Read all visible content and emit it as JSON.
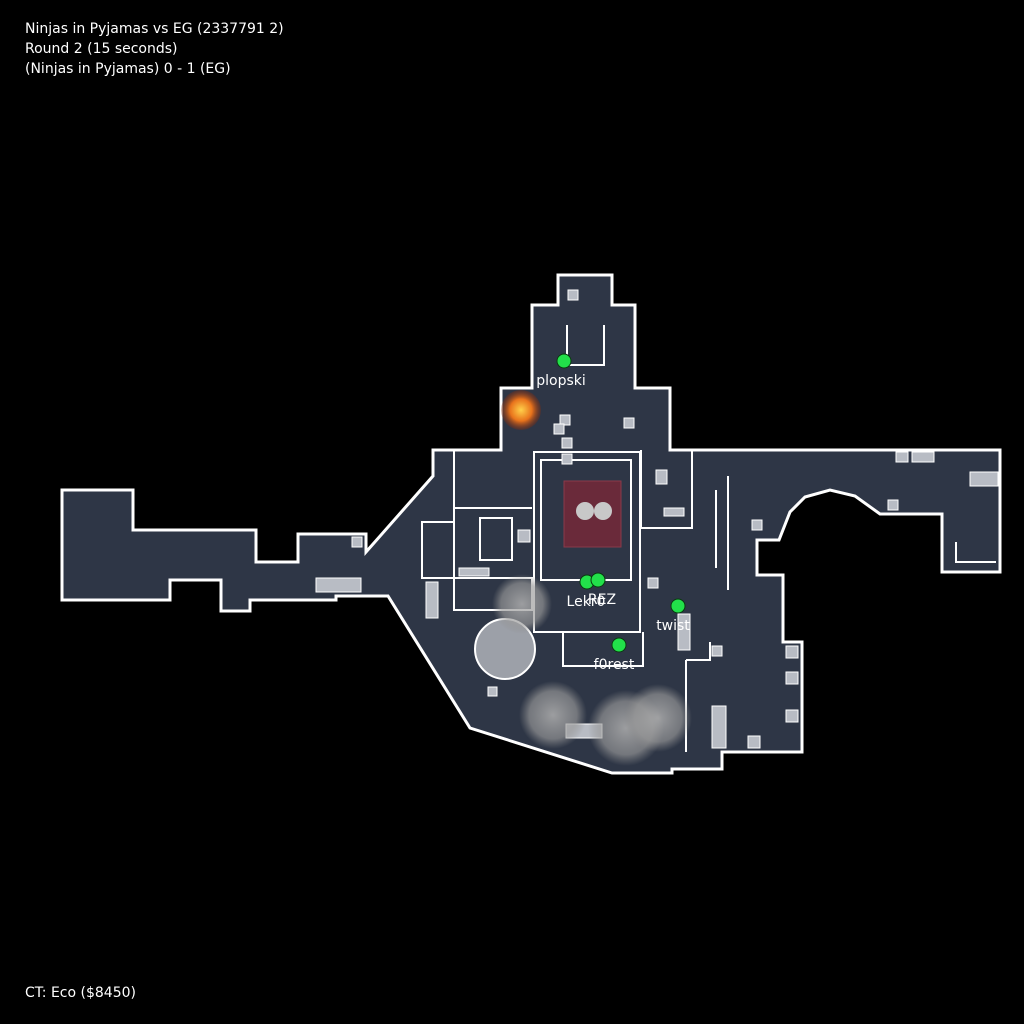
{
  "header": {
    "match_title": "Ninjas in Pyjamas vs EG (2337791 2)",
    "round_info": "Round 2 (15 seconds)",
    "score": "(Ninjas in Pyjamas) 0 - 1 (EG)"
  },
  "footer": {
    "economy": "CT: Eco ($8450)"
  },
  "colors": {
    "background": "#000000",
    "map_floor": "#2e3646",
    "map_wall": "#ffffff",
    "bombsite": "#6a2a3a",
    "ct_player": "#22e04a",
    "smoke": "#9a9a9a",
    "molotov": "#e8731c"
  },
  "map": {
    "players": [
      {
        "name": "plopski"
      },
      {
        "name": "Lekr0"
      },
      {
        "name": "REZ"
      },
      {
        "name": "twist"
      },
      {
        "name": "f0rest"
      }
    ]
  }
}
